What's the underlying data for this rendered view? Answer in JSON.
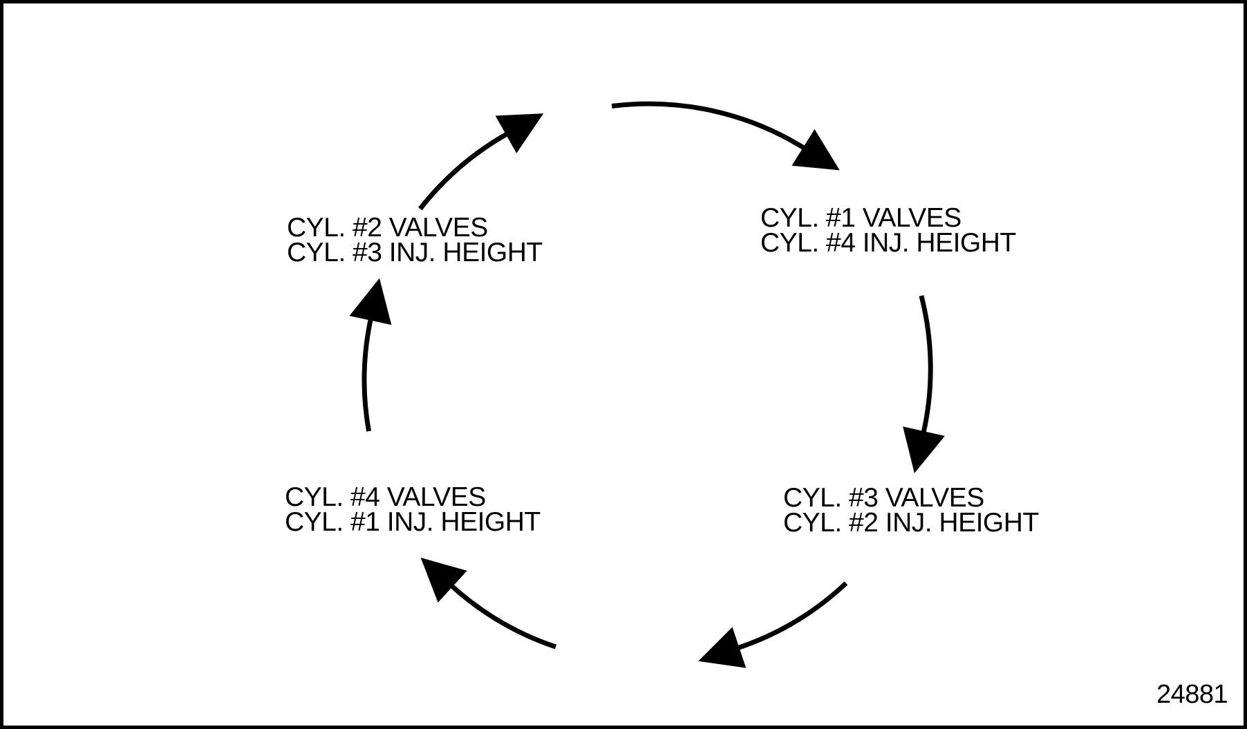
{
  "figure": {
    "figure_number": "24881",
    "type": "cycle-diagram",
    "direction": "clockwise",
    "colors": {
      "foreground": "#000000",
      "background": "#ffffff"
    },
    "icons": {
      "arrowheads": "solid-triangle-clockwise-arrow-icon"
    },
    "steps": [
      {
        "id": "top-left",
        "line1": "CYL. #2 VALVES",
        "line2": "CYL. #3 INJ. HEIGHT"
      },
      {
        "id": "top-right",
        "line1": "CYL. #1 VALVES",
        "line2": "CYL. #4 INJ. HEIGHT"
      },
      {
        "id": "bottom-right",
        "line1": "CYL. #3 VALVES",
        "line2": "CYL. #2 INJ. HEIGHT"
      },
      {
        "id": "bottom-left",
        "line1": "CYL. #4 VALVES",
        "line2": "CYL. #1 INJ. HEIGHT"
      }
    ]
  }
}
